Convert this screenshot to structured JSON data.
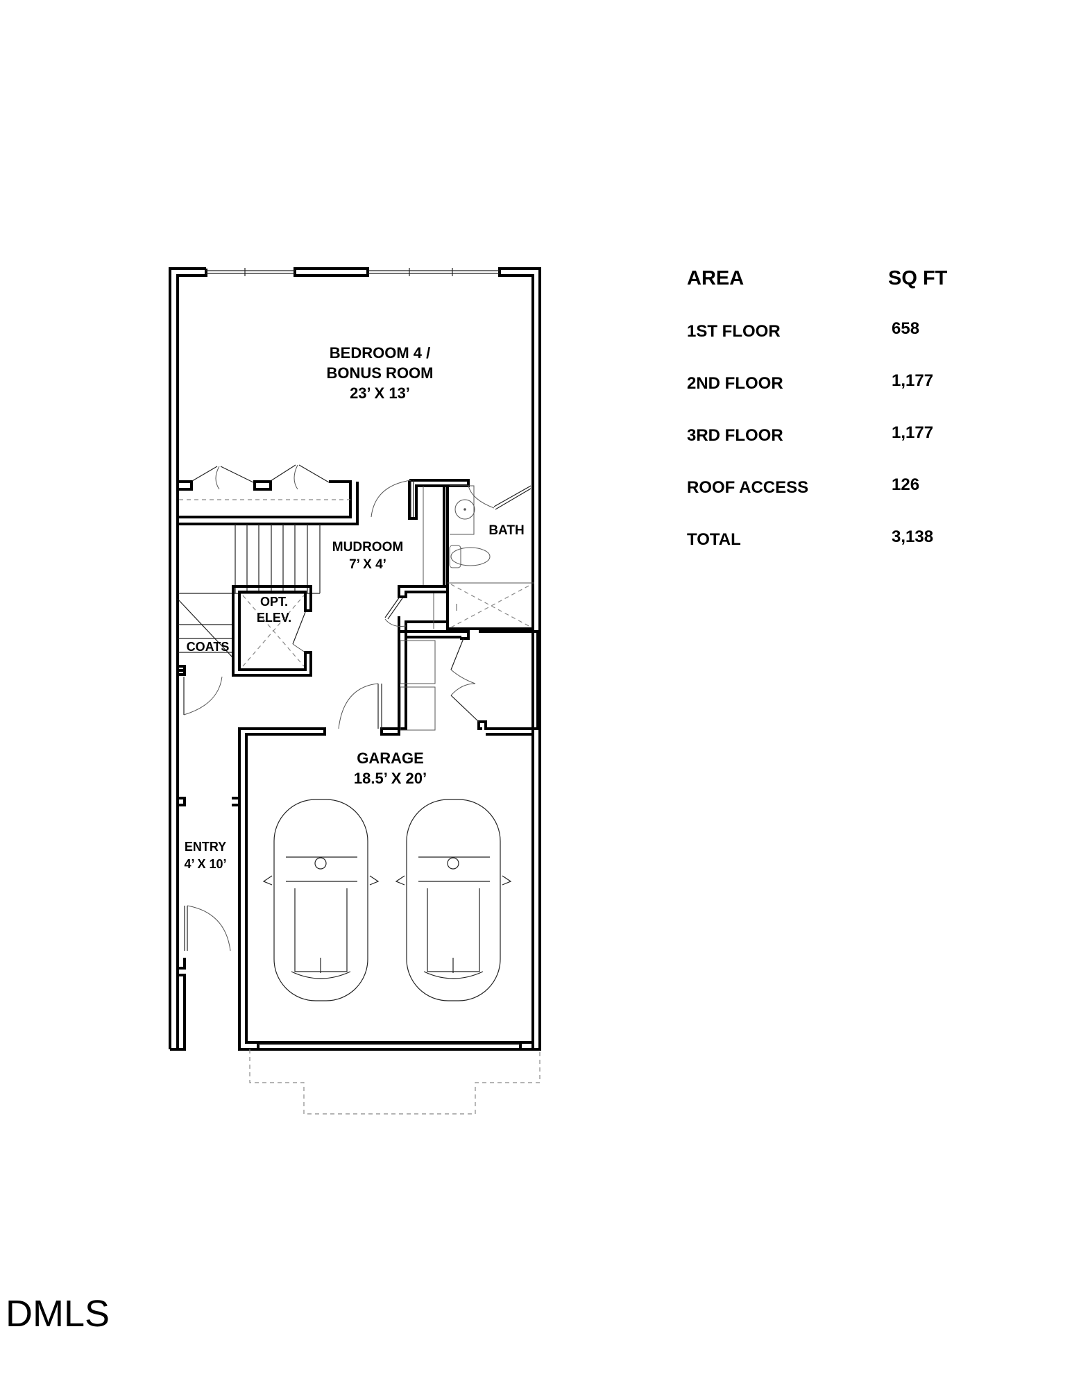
{
  "rooms": {
    "bedroom": {
      "name_line1": "BEDROOM 4 /",
      "name_line2": "BONUS ROOM",
      "size": "23’ X 13’"
    },
    "mudroom": {
      "name": "MUDROOM",
      "size": "7’ X 4’"
    },
    "bath": {
      "name": "BATH"
    },
    "elevator": {
      "line1": "OPT.",
      "line2": "ELEV."
    },
    "coats": {
      "name": "COATS"
    },
    "garage": {
      "name": "GARAGE",
      "size": "18.5’ X 20’"
    },
    "entry": {
      "name": "ENTRY",
      "size": "4’ X 10’"
    }
  },
  "area_table": {
    "header": {
      "area": "AREA",
      "sqft": "SQ FT"
    },
    "rows": [
      {
        "area": "1ST FLOOR",
        "sqft": "658"
      },
      {
        "area": "2ND FLOOR",
        "sqft": "1,177"
      },
      {
        "area": "3RD FLOOR",
        "sqft": "1,177"
      },
      {
        "area": "ROOF ACCESS",
        "sqft": "126"
      },
      {
        "area": "TOTAL",
        "sqft": "3,138"
      }
    ]
  },
  "watermark": "DMLS"
}
